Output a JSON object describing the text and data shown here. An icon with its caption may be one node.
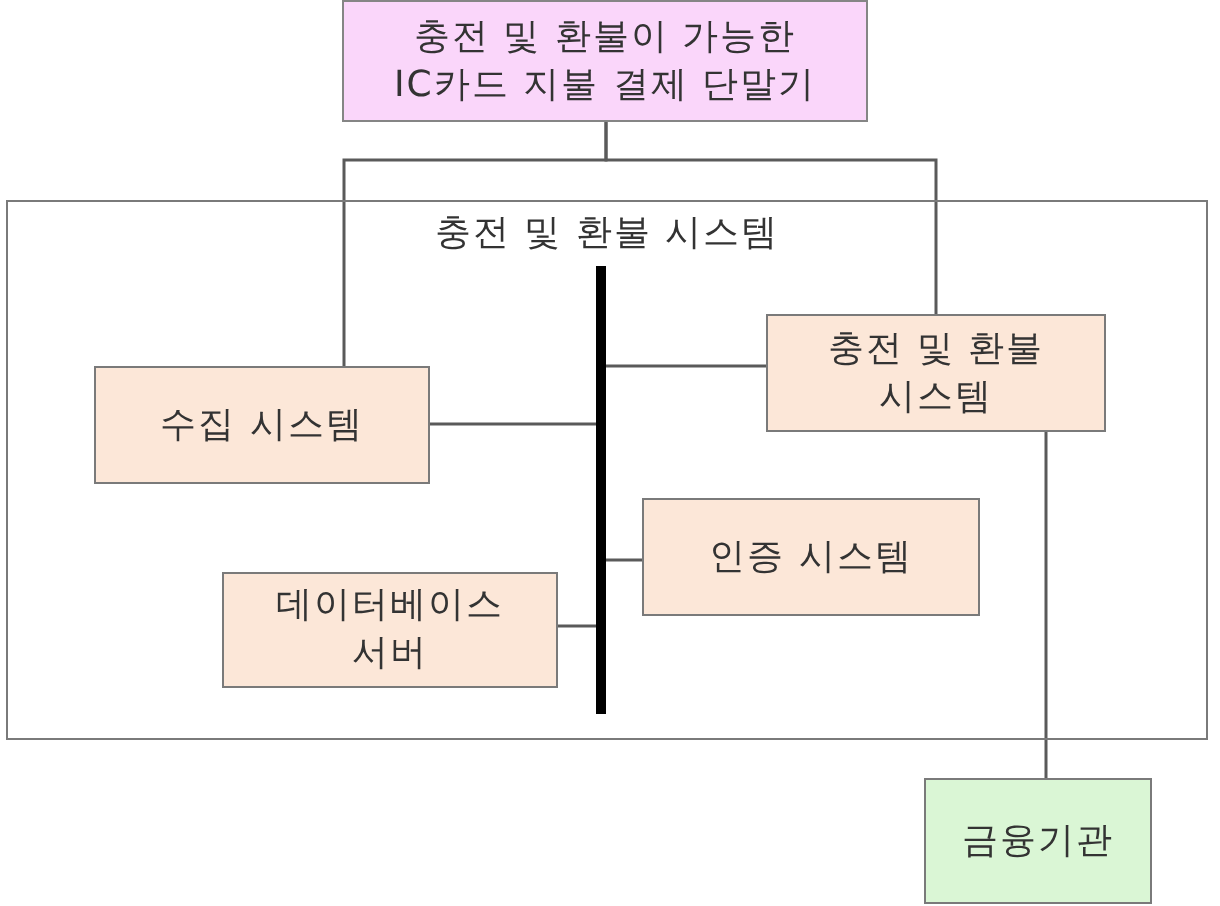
{
  "diagram": {
    "nodes": [
      {
        "text": [
          "충전 및 환불이 가능한 IC카드 지불 결제 단말기"
        ]
      },
      {
        "text": [
          "충전 및 환불 시스템"
        ]
      },
      {
        "text": [
          "수집 시스템"
        ],
        "in": 1
      },
      {
        "text": [
          "충전 및 환불 시스템"
        ],
        "in": 1
      },
      {
        "text": [],
        "shape": "bar",
        "in": 1
      },
      {
        "text": [
          "인증 시스템"
        ],
        "in": 1
      },
      {
        "text": [
          "데이터베이스 서버"
        ],
        "in": 1
      },
      {
        "text": [
          "금융기관"
        ]
      }
    ],
    "edges": [
      {
        "from": 0,
        "to": 2,
        "arrow": "none"
      },
      {
        "from": 0,
        "to": 3,
        "arrow": "none"
      },
      {
        "from": 4,
        "to": 2,
        "arrow": "none"
      },
      {
        "from": 4,
        "to": 3,
        "arrow": "none"
      },
      {
        "from": 4,
        "to": 5,
        "arrow": "none"
      },
      {
        "from": 4,
        "to": 6,
        "arrow": "none"
      },
      {
        "from": 3,
        "to": 7,
        "arrow": "none"
      }
    ]
  }
}
